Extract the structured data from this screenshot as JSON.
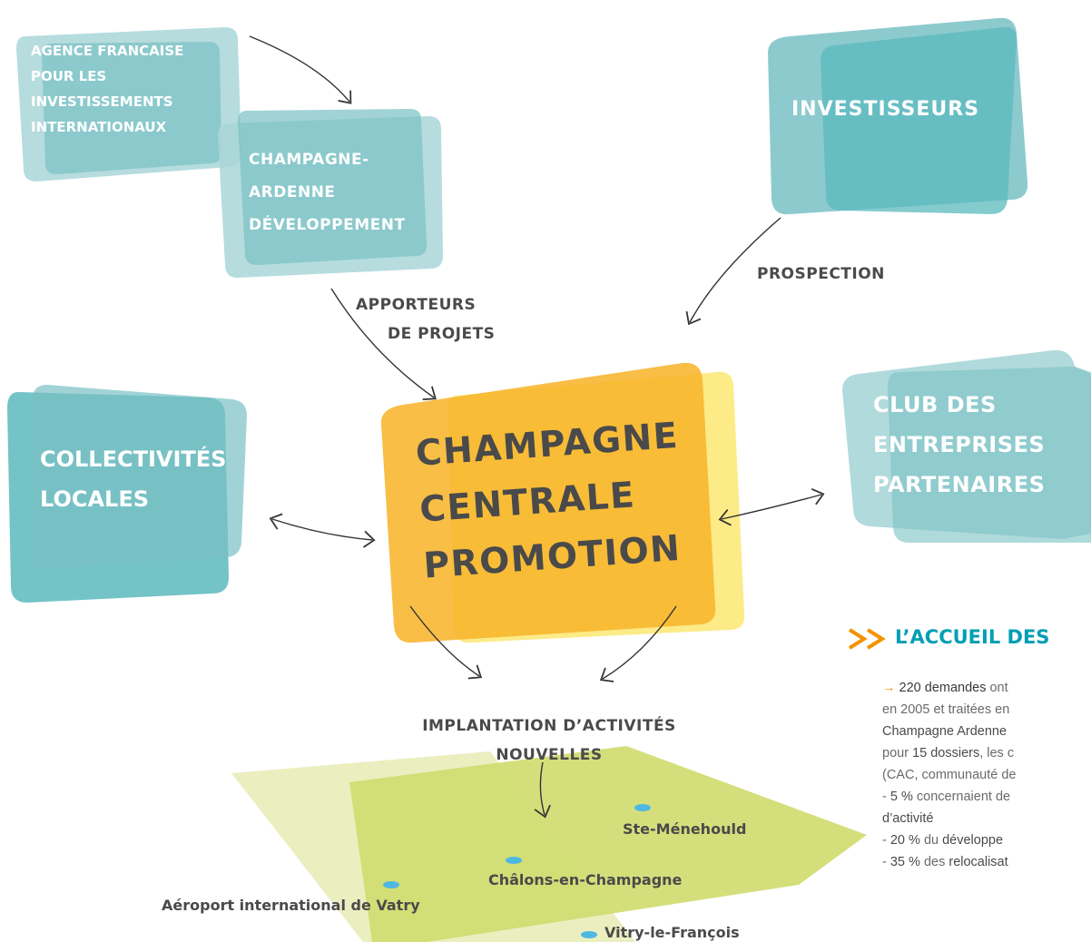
{
  "nodes": {
    "afii": {
      "lines": [
        "AGENCE FRANCAISE",
        "POUR LES",
        "INVESTISSEMENTS",
        "INTERNATIONAUX"
      ]
    },
    "cad": {
      "lines": [
        "CHAMPAGNE-",
        "ARDENNE",
        "DÉVELOPPEMENT"
      ]
    },
    "investisseurs": {
      "lines": [
        "INVESTISSEURS"
      ]
    },
    "collectivites": {
      "lines": [
        "COLLECTIVITÉS",
        "LOCALES"
      ]
    },
    "club": {
      "lines": [
        "CLUB DES",
        "ENTREPRISES",
        "PARTENAIRES"
      ]
    },
    "ccp": {
      "lines": [
        "CHAMPAGNE",
        "CENTRALE",
        "PROMOTION"
      ]
    }
  },
  "edge_labels": {
    "apporteurs": [
      "APPORTEURS",
      "DE PROJETS"
    ],
    "prospection": "PROSPECTION",
    "implantation": [
      "IMPLANTATION D’ACTIVITÉS",
      "NOUVELLES"
    ]
  },
  "map": {
    "locations": [
      "Ste-Ménehould",
      "Châlons-en-Champagne",
      "Aéroport international de Vatry",
      "Vitry-le-François"
    ]
  },
  "side_panel": {
    "heading_marker": ">>",
    "heading": "L’ACCUEIL DES",
    "arrow_glyph": "→",
    "lines": [
      [
        "220 demandes",
        " ont"
      ],
      [
        "en 2005 et traitées en",
        ""
      ],
      [
        "Champagne Ardenne",
        ""
      ],
      [
        "pour ",
        "15 dossiers",
        ", les c"
      ],
      [
        "(CAC, communauté de",
        ""
      ],
      [
        "- ",
        "5 %",
        " concernaient de"
      ],
      [
        "d’activité",
        ""
      ],
      [
        "- ",
        "20 %",
        " du ",
        "développe"
      ],
      [
        "- ",
        "35 %",
        " des ",
        "relocalisat"
      ]
    ]
  },
  "colors": {
    "teal_light": "#a9d6d8",
    "teal_mid": "#79c1c5",
    "teal_dark": "#5bb9bd",
    "orange": "#f7b52c",
    "yellow": "#fce97a",
    "map_light": "#e9ecb8",
    "map_green": "#cfdc6e",
    "dot": "#4fb8e0",
    "heading_orange": "#f39200",
    "heading_teal": "#009fb4",
    "text_dark": "#4a4a4a"
  }
}
